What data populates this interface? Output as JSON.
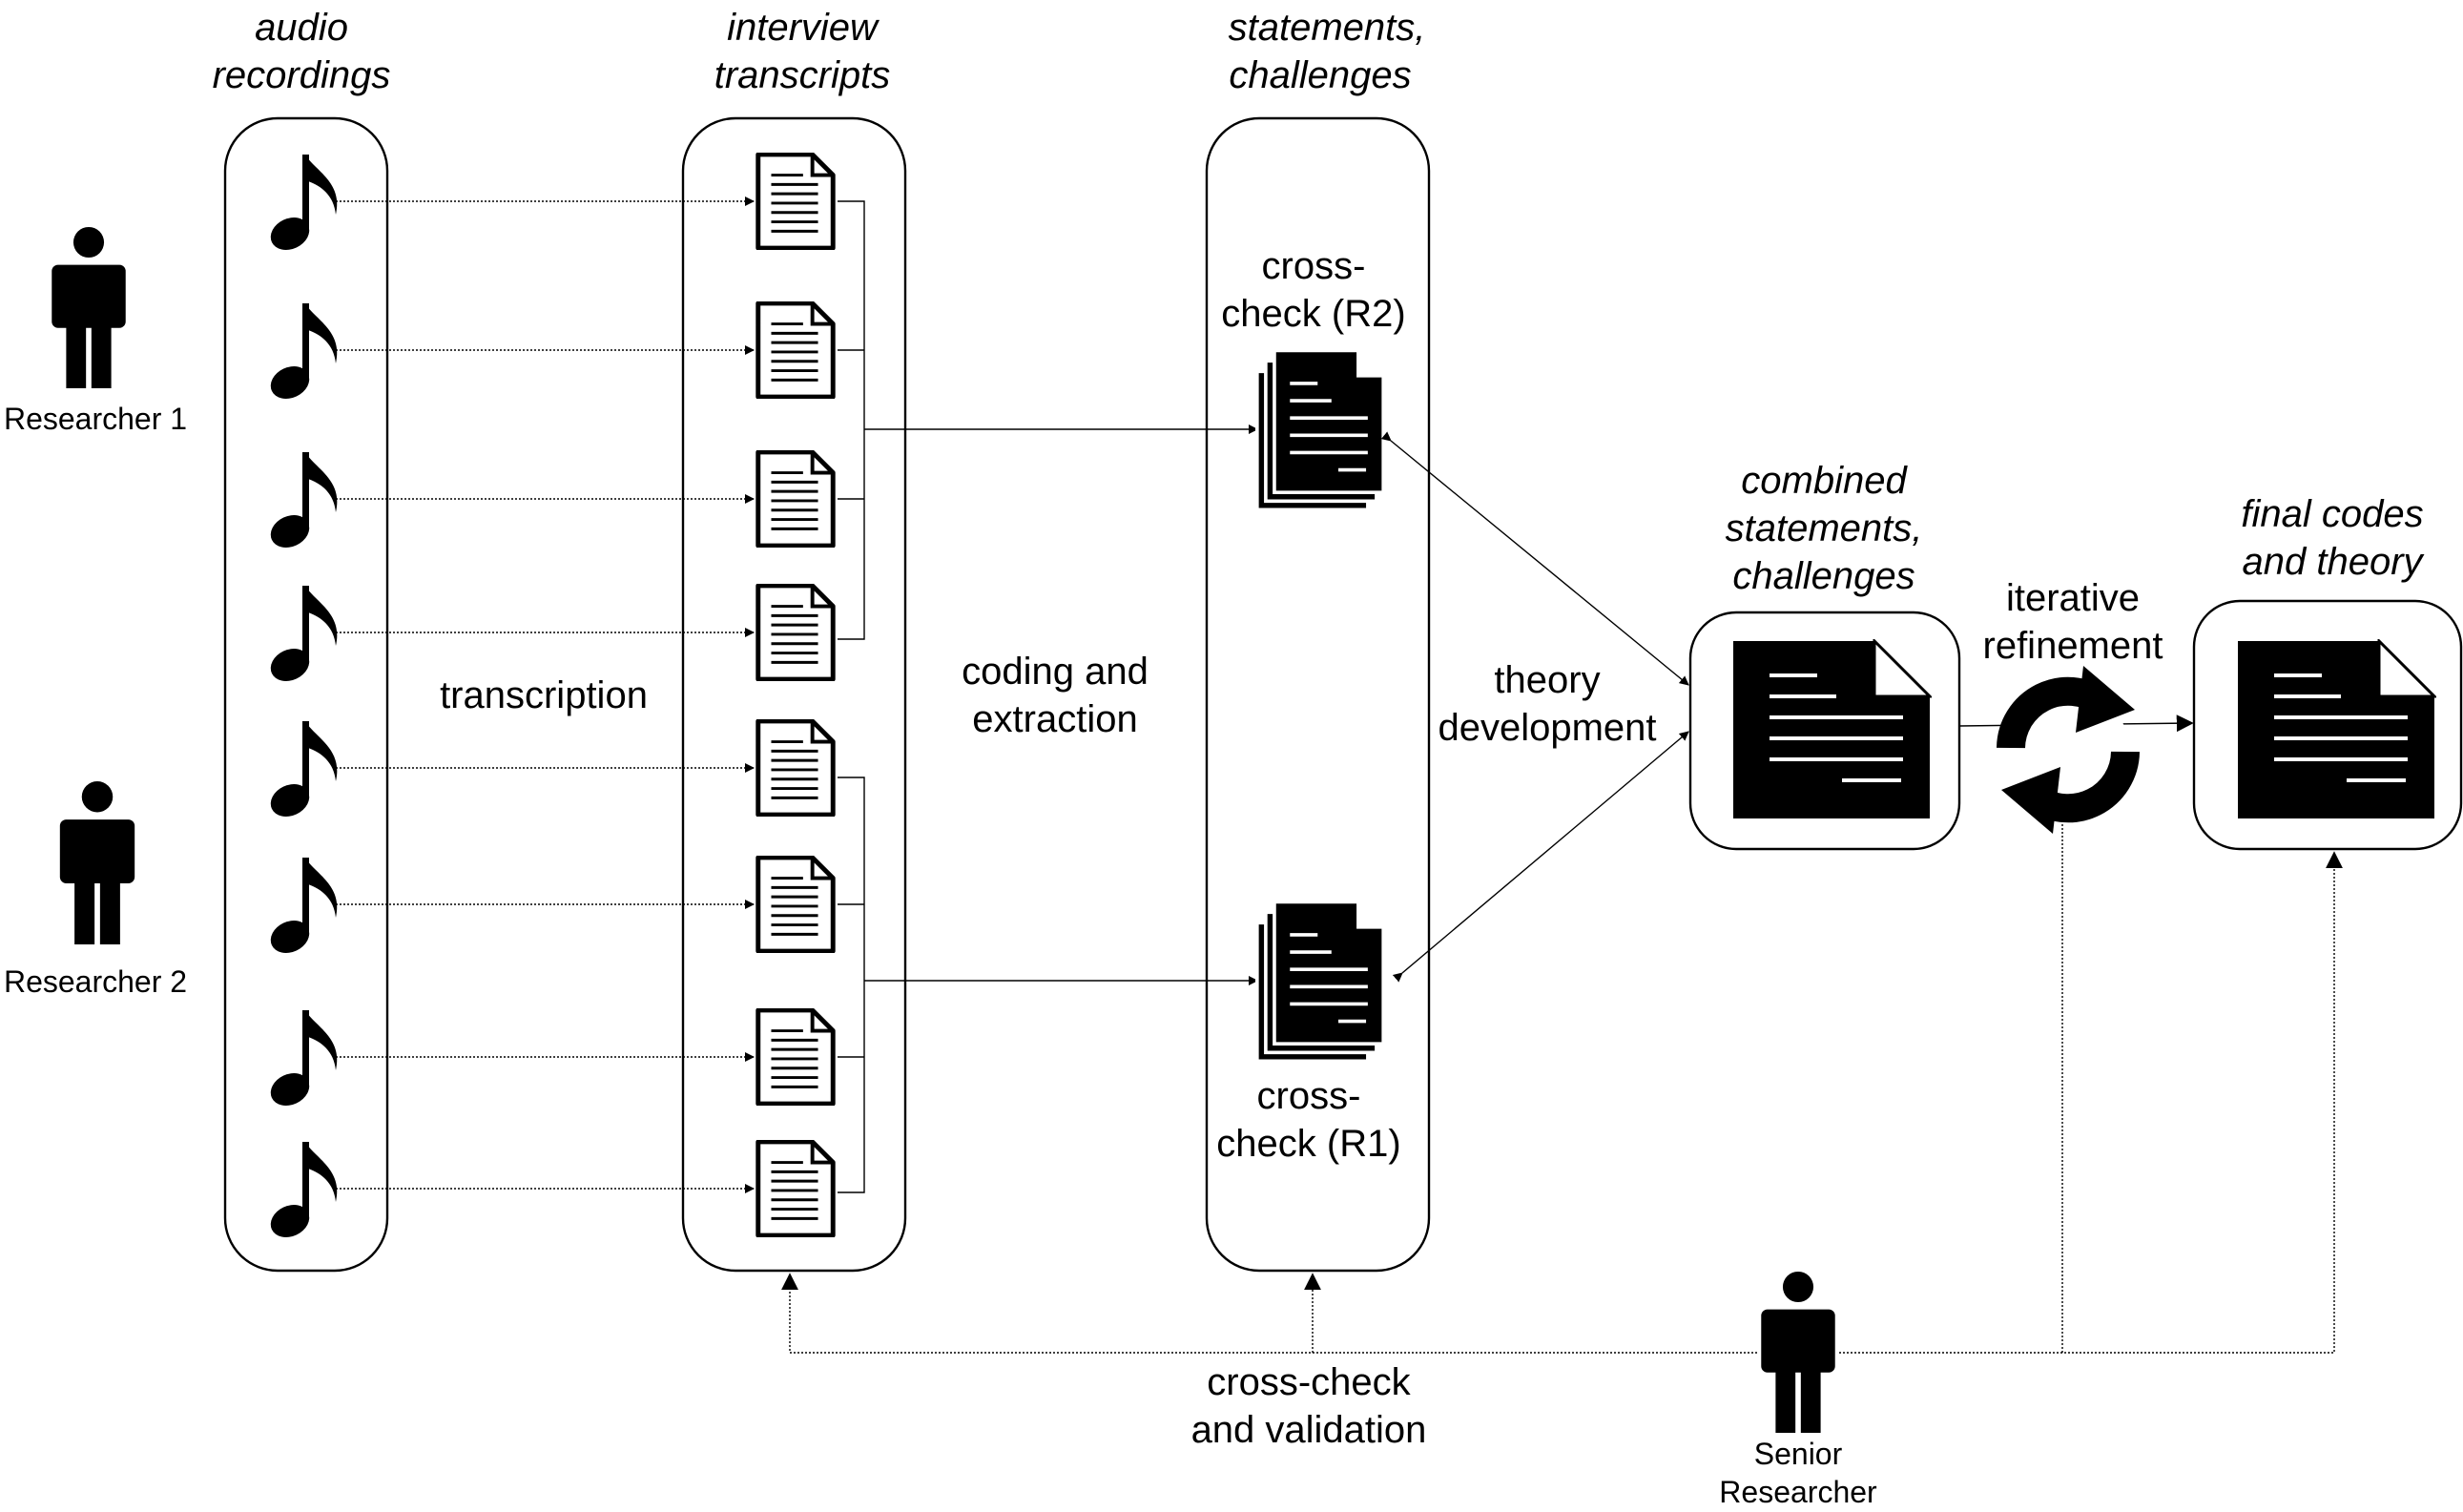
{
  "actors": {
    "researcher_1": "Researcher 1",
    "researcher_2": "Researcher 2",
    "senior_line1": "Senior",
    "senior_line2": "Researcher"
  },
  "columns": {
    "audio": [
      "audio",
      "recordings"
    ],
    "transcripts": [
      "interview",
      "transcripts"
    ],
    "statements": [
      "statements,",
      "challenges"
    ],
    "combined": [
      "combined",
      "statements,",
      "challenges"
    ],
    "final": [
      "final codes",
      "and theory"
    ]
  },
  "process_labels": {
    "transcription": "transcription",
    "coding": [
      "coding and",
      "extraction"
    ],
    "cross_check_r2": [
      "cross-",
      "check (R2)"
    ],
    "cross_check_r1": [
      "cross-",
      "check (R1)"
    ],
    "theory": [
      "theory",
      "development"
    ],
    "iterative": [
      "iterative",
      "refinement"
    ],
    "validation": [
      "cross-check",
      "and validation"
    ]
  },
  "recordings_per_researcher": 4,
  "icons": [
    "person-icon",
    "music-note-icon",
    "document-icon",
    "document-stack-icon",
    "refresh-cycle-icon"
  ]
}
